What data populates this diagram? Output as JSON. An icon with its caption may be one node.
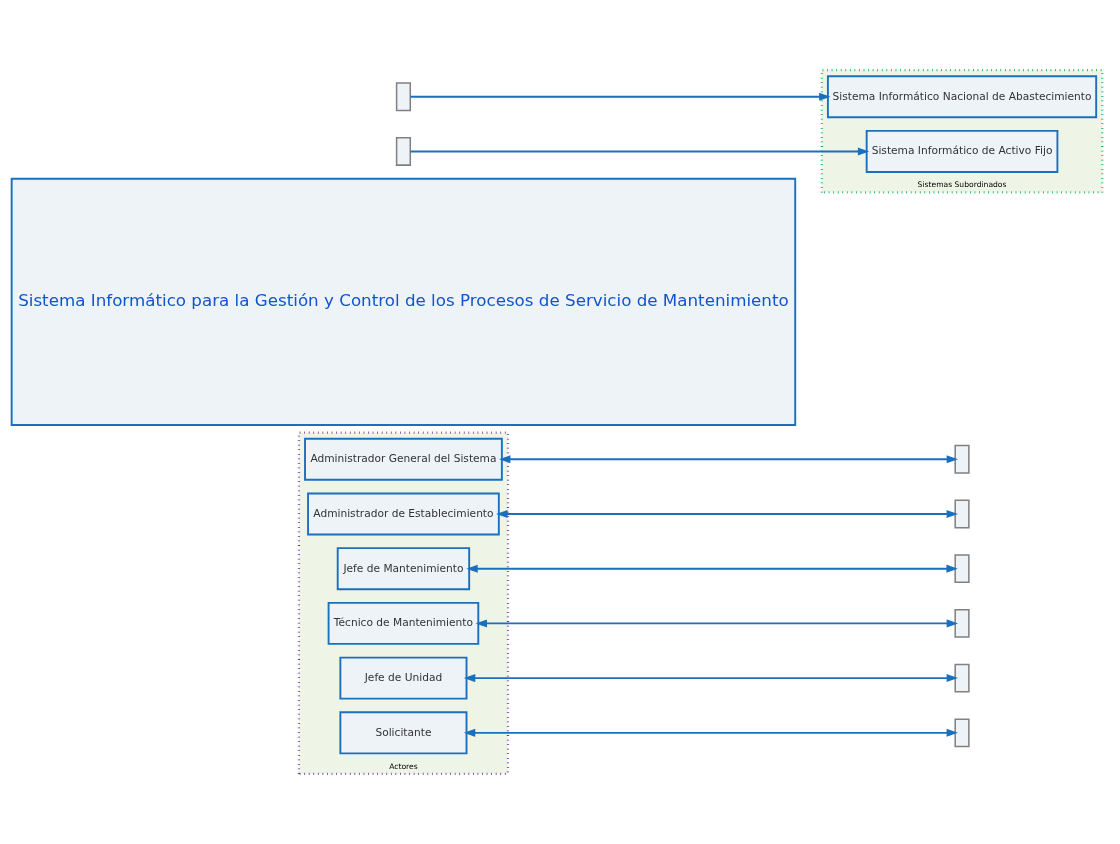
{
  "diagram": {
    "nodes": [
      {
        "text": [
          "Actores"
        ]
      },
      {
        "text": [
          "Administrador General del Sistema"
        ],
        "in": 0
      },
      {
        "text": [
          "Administrador de Establecimiento"
        ],
        "in": 0
      },
      {
        "text": [
          "Jefe de Mantenimiento"
        ],
        "in": 0
      },
      {
        "text": [
          "Técnico de Mantenimiento"
        ],
        "in": 0
      },
      {
        "text": [
          "Jefe de Unidad"
        ],
        "in": 0
      },
      {
        "text": [
          "Solicitante"
        ],
        "in": 0
      },
      {
        "text": [
          "Sistema Informático para la Gestión y Control de los Procesos de Servicio de Mantenimiento"
        ]
      },
      {
        "text": [],
        "shape": "box"
      },
      {
        "text": [],
        "shape": "box"
      },
      {
        "text": [],
        "shape": "box"
      },
      {
        "text": [],
        "shape": "box"
      },
      {
        "text": [],
        "shape": "box"
      },
      {
        "text": [],
        "shape": "box"
      },
      {
        "text": [],
        "shape": "box"
      },
      {
        "text": [],
        "shape": "box"
      },
      {
        "text": [
          "Sistemas Subordinados"
        ]
      },
      {
        "text": [
          "Sistema Informático Nacional de Abastecimiento"
        ],
        "in": 16
      },
      {
        "text": [
          "Sistema Informático de Activo Fijo"
        ],
        "in": 16
      }
    ],
    "edges": [
      {
        "from": 1,
        "to": 8,
        "arrow": "both"
      },
      {
        "from": 2,
        "to": 9,
        "arrow": "both"
      },
      {
        "from": 3,
        "to": 10,
        "arrow": "both"
      },
      {
        "from": 4,
        "to": 11,
        "arrow": "both"
      },
      {
        "from": 5,
        "to": 12,
        "arrow": "both"
      },
      {
        "from": 6,
        "to": 13,
        "arrow": "both"
      },
      {
        "from": 14,
        "to": 17,
        "arrow": "to"
      },
      {
        "from": 15,
        "to": 18,
        "arrow": "to"
      }
    ]
  }
}
